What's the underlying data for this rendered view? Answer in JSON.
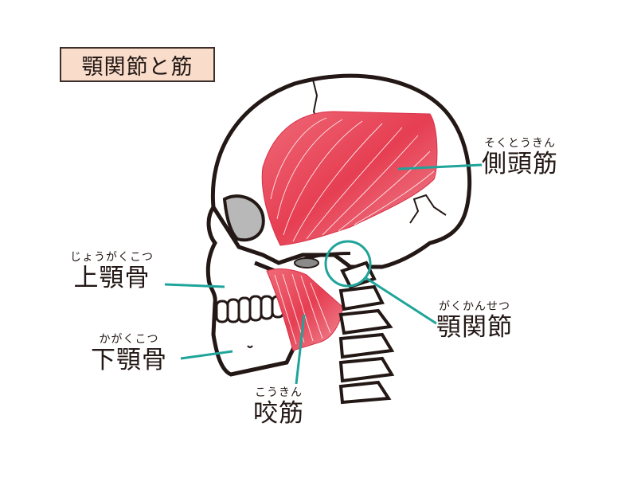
{
  "title": "顎関節と筋",
  "colors": {
    "leader_line": "#1fa49a",
    "muscle": "#e8475a",
    "title_bg": "#fadccb",
    "outline": "#231815"
  },
  "labels": [
    {
      "id": "temporalis",
      "ruby": "そくとうきん",
      "text": "側頭筋"
    },
    {
      "id": "maxilla",
      "ruby": "じょうがくこつ",
      "text": "上顎骨"
    },
    {
      "id": "mandible",
      "ruby": "かがくこつ",
      "text": "下顎骨"
    },
    {
      "id": "masseter",
      "ruby": "こうきん",
      "text": "咬筋"
    },
    {
      "id": "tmj",
      "ruby": "がくかんせつ",
      "text": "顎関節"
    }
  ]
}
